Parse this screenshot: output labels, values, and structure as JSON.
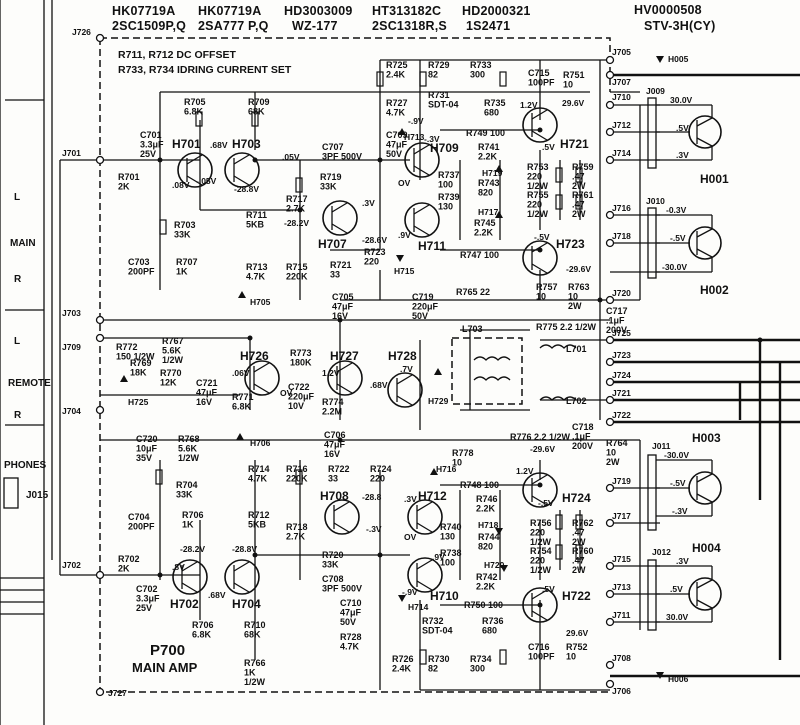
{
  "header": {
    "line1": [
      "HK07719A",
      "HK07719A",
      "HD3003009",
      "HT313182C",
      "HD2000321"
    ],
    "line2": [
      "2SC1509P,Q",
      "2SA777 P,Q",
      "WZ-177",
      "2SC1318R,S",
      "1S2471"
    ],
    "right1": "HV0000508",
    "right2": "STV-3H(CY)"
  },
  "notes": {
    "dc_offset": "R711, R712   DC OFFSET",
    "idling": "R733, R734   IDRING CURRENT SET"
  },
  "board": {
    "name": "P700",
    "subtitle": "MAIN AMP"
  },
  "side_labels": [
    "L",
    "MAIN",
    "R",
    "L",
    "REMOTE",
    "R",
    "PHONES",
    "J015"
  ],
  "jacks": [
    "J726",
    "J701",
    "J703",
    "J709",
    "J704",
    "J702",
    "J727",
    "J705",
    "J707",
    "J710",
    "J712",
    "J714",
    "J716",
    "J718",
    "J720",
    "J725",
    "J723",
    "J724",
    "J721",
    "J722",
    "J719",
    "J717",
    "J715",
    "J713",
    "J711",
    "J708",
    "J706",
    "J009",
    "J010",
    "J011",
    "J012"
  ],
  "transistors": {
    "upper": [
      "H701",
      "H703",
      "H707",
      "H709",
      "H711",
      "H721",
      "H723"
    ],
    "middle": [
      "H726",
      "H727",
      "H728"
    ],
    "lower": [
      "H702",
      "H704",
      "H708",
      "H712",
      "H710",
      "H724",
      "H722"
    ],
    "output": [
      "H001",
      "H002",
      "H003",
      "H004"
    ]
  },
  "diodes": [
    "H713",
    "H715",
    "H717",
    "H719",
    "H705",
    "H725",
    "H729",
    "H706",
    "H714",
    "H716",
    "H718",
    "H720",
    "H005",
    "H006"
  ],
  "components_upper": [
    "R705\n6.8K",
    "R709\n68K",
    "C701\n3.3μF\n25V",
    "R701\n2K",
    "R703\n33K",
    "C703\n200PF",
    "R707\n1K",
    "C707\n3PF 500V",
    "R719\n33K",
    "R717\n2.7K",
    "R711\n5KB",
    "R713\n4.7K",
    "R715\n220K",
    "R725\n2.4K",
    "R729\n82",
    "R733\n300",
    "C715\n100PF",
    "R751\n10",
    "R727\n4.7K",
    "R731\nSDT-04",
    "R735\n680",
    "C709\n47μF\n50V",
    "R749  100",
    "R741\n2.2K",
    "R737\n100",
    "R743\n820",
    "R739\n130",
    "R745\n2.2K",
    "R753\n220\n1/2W",
    "R759\n.47\n2W",
    "R755\n220\n1/2W",
    "R761\n.47\n2W",
    "R747  100",
    "R723\n220",
    "R721\n33",
    "C705\n47μF\n16V",
    "C719\n220μF\n50V",
    "R765  22",
    "R757\n10",
    "R763\n10\n2W",
    "C717\n.1μF\n200V"
  ],
  "components_middle": [
    "R772\n150 1/2W",
    "R767\n5.6K\n1/2W",
    "R769\n18K",
    "R770\n12K",
    "C721\n47μF\n16V",
    "R771\n6.8K",
    "R773\n180K",
    "C722\n220μF\n10V",
    "R774\n2.2M",
    "L703",
    "R775  2.2 1/2W",
    "L701",
    "L702",
    "R776  2.2 1/2W",
    "C720\n10μF\n35V",
    "R768\n5.6K\n1/2W",
    "C706\n47μF\n16V",
    "R778\n10",
    "C718\n.1μF\n200V",
    "R764\n10\n2W"
  ],
  "components_lower": [
    "R704\n33K",
    "C704\n200PF",
    "R706\n1K",
    "R714\n4.7K",
    "R716\n220K",
    "R712\n5KB",
    "R718\n2.7K",
    "R722\n33",
    "R724\n220",
    "R720\n33K",
    "C708\n3PF 500V",
    "C710\n47μF\n50V",
    "R728\n4.7K",
    "R702\n2K",
    "C702\n3.3μF\n25V",
    "R706\n6.8K",
    "R710\n68K",
    "R766\n1K\n1/2W",
    "R748  100",
    "R746\n2.2K",
    "R740\n130",
    "R744\n820",
    "R738\n100",
    "R742\n2.2K",
    "R750  100",
    "R756\n220\n1/2W",
    "R762\n.47\n2W",
    "R754\n220\n1/2W",
    "R760\n.47\n2W",
    "R732\nSDT-04",
    "R736\n680",
    "C716\n100PF",
    "R752\n10",
    "R726\n2.4K",
    "R730\n82",
    "R734\n300"
  ],
  "voltages": [
    ".68V",
    "-.05V",
    ".05V",
    ".08V",
    "-28.8V",
    "-28.2V",
    ".3V",
    "-28.6V",
    "-.3V",
    "-.9V",
    "OV",
    ".9V",
    "1.2V",
    "29.6V",
    ".5V",
    "-.5V",
    "-29.6V",
    ".06V",
    "OV",
    "1.2V",
    ".68V",
    ".7V",
    "-28.2V",
    "-28.8V",
    ".8V",
    ".68V",
    "-28.8",
    "-.3V",
    ".3V",
    "-.9V",
    "OV",
    ".9V",
    "1.2V",
    "-29.6V",
    "29.6V",
    ".5V",
    "-.5V",
    "30.0V",
    ".5V",
    ".3V",
    "-0.3V",
    "-.5V",
    "-30.0V",
    "-30.0V",
    "-.5V",
    "-.3V",
    ".3V",
    ".5V",
    "30.0V"
  ]
}
